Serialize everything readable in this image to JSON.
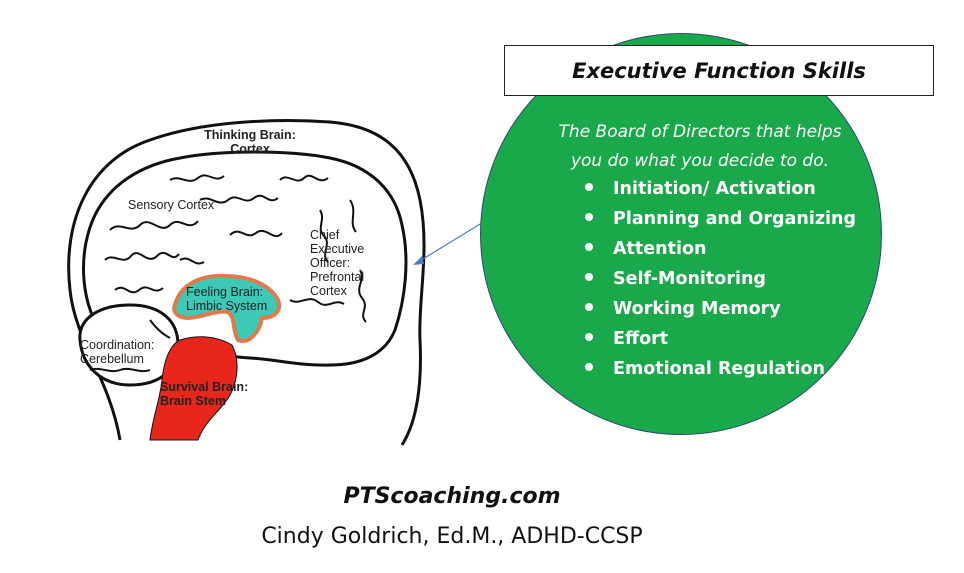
{
  "brain": {
    "labels": {
      "thinking_brain": "Thinking Brain:",
      "cortex": "Cortex",
      "sensory_cortex": "Sensory Cortex",
      "chief": "Chief",
      "executive": "Executive",
      "officer": "Officer:",
      "prefrontal": "Prefrontal",
      "cortex2": "Cortex",
      "feeling_brain": "Feeling Brain:",
      "limbic_system": "Limbic System",
      "coordination": "Coordination:",
      "cerebellum": "Cerebellum",
      "survival_brain": "Survival Brain:",
      "brain_stem": "Brain Stem"
    },
    "colors": {
      "limbic": "#3cc9b8",
      "limbic_outline": "#e07a4a",
      "brain_stem": "#e8261b",
      "outline": "#111111"
    }
  },
  "panel": {
    "title": "Executive Function Skills",
    "subtitle_line1": "The Board of Directors that helps",
    "subtitle_line2": "you do what you decide to do.",
    "skills": [
      "Initiation/ Activation",
      "Planning and Organizing",
      "Attention",
      "Self-Monitoring",
      "Working Memory",
      "Effort",
      "Emotional Regulation"
    ],
    "colors": {
      "circle": "#1aa94a",
      "arrow": "#4a7fc1"
    }
  },
  "footer": {
    "website": "PTScoaching.com",
    "author": "Cindy Goldrich, Ed.M., ADHD-CCSP"
  }
}
